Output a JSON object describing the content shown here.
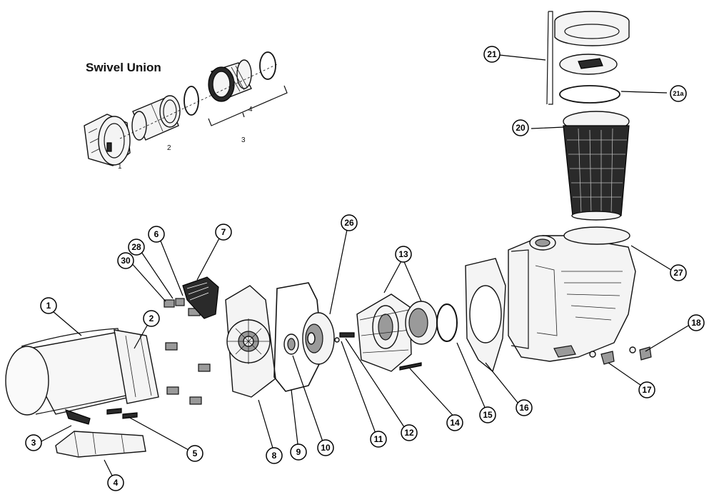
{
  "inset": {
    "title": "Swivel Union",
    "labels": [
      "1",
      "2",
      "3",
      "4"
    ]
  },
  "callouts": [
    "1",
    "2",
    "3",
    "4",
    "5",
    "6",
    "7",
    "8",
    "9",
    "10",
    "11",
    "12",
    "13",
    "14",
    "15",
    "16",
    "17",
    "18",
    "20",
    "21",
    "21a",
    "26",
    "27",
    "28",
    "30"
  ],
  "parts": [
    {
      "id": "motor",
      "callout": "1"
    },
    {
      "id": "motor-bolt",
      "callout": "2"
    },
    {
      "id": "motor-support-pad",
      "callout": "3"
    },
    {
      "id": "motor-base",
      "callout": "4"
    },
    {
      "id": "base-screw",
      "callout": "5"
    },
    {
      "id": "seal-plate-bolt",
      "callout": "6"
    },
    {
      "id": "clamp-knob",
      "callout": "7"
    },
    {
      "id": "seal-plate",
      "callout": "8"
    },
    {
      "id": "seal-plate-gasket",
      "callout": "9"
    },
    {
      "id": "shaft-seal",
      "callout": "10"
    },
    {
      "id": "impeller-screw",
      "callout": "11"
    },
    {
      "id": "impeller-washer",
      "callout": "12"
    },
    {
      "id": "diffuser",
      "callout": "13"
    },
    {
      "id": "diffuser-pin",
      "callout": "14"
    },
    {
      "id": "diffuser-o-ring",
      "callout": "15"
    },
    {
      "id": "housing-gasket",
      "callout": "16"
    },
    {
      "id": "drain-plug",
      "callout": "17"
    },
    {
      "id": "drain-plug-o-ring",
      "callout": "18"
    },
    {
      "id": "strainer-basket",
      "callout": "20"
    },
    {
      "id": "lid-assembly",
      "callout": "21"
    },
    {
      "id": "lid-o-ring",
      "callout": "21a"
    },
    {
      "id": "impeller",
      "callout": "26"
    },
    {
      "id": "pump-housing",
      "callout": "27"
    },
    {
      "id": "washer",
      "callout": "28"
    },
    {
      "id": "nut",
      "callout": "30"
    }
  ]
}
